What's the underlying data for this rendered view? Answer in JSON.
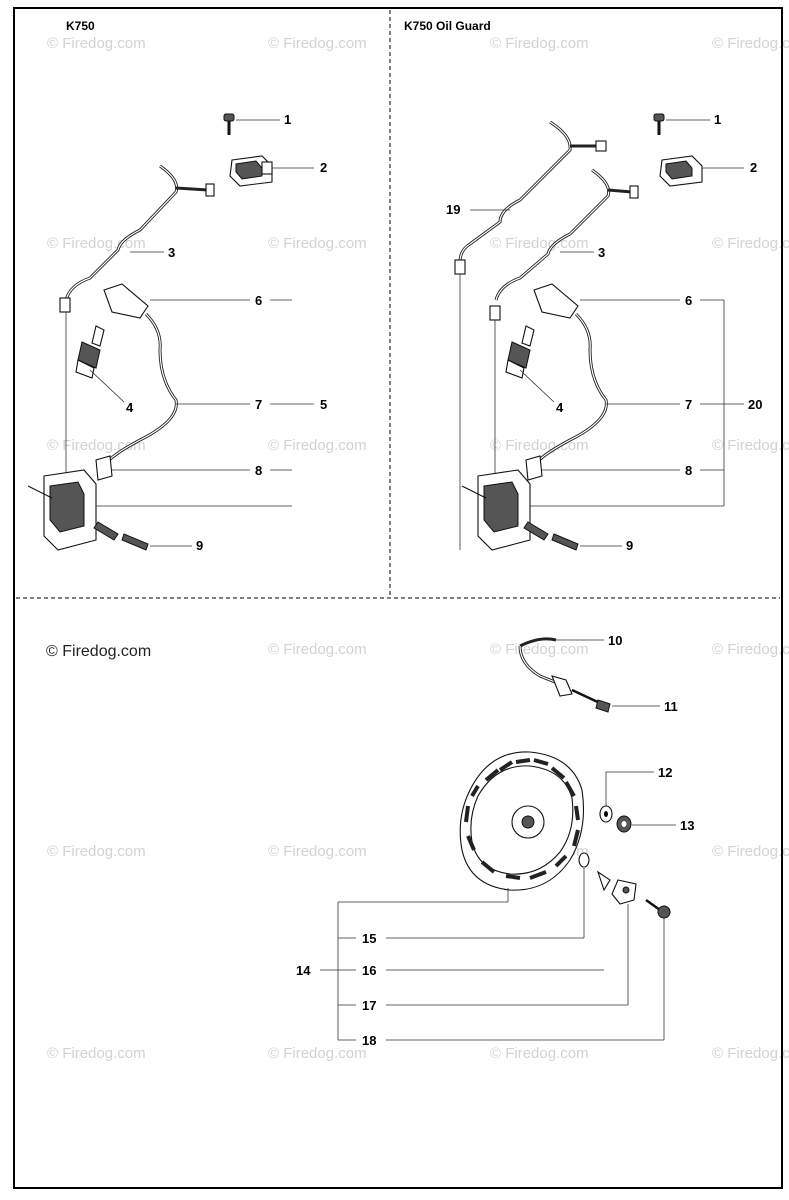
{
  "panels": {
    "top_left": {
      "title": "K750"
    },
    "top_right": {
      "title": "K750 Oil Guard"
    }
  },
  "watermark": {
    "text": "© Firedog.com"
  },
  "copyright": {
    "text": "© Firedog.com"
  },
  "callouts": {
    "tl": [
      "1",
      "2",
      "3",
      "4",
      "5",
      "6",
      "7",
      "8",
      "9"
    ],
    "tr": [
      "1",
      "2",
      "3",
      "4",
      "6",
      "7",
      "8",
      "9",
      "19",
      "20"
    ],
    "bottom": [
      "10",
      "11",
      "12",
      "13",
      "14",
      "15",
      "16",
      "17",
      "18"
    ]
  }
}
